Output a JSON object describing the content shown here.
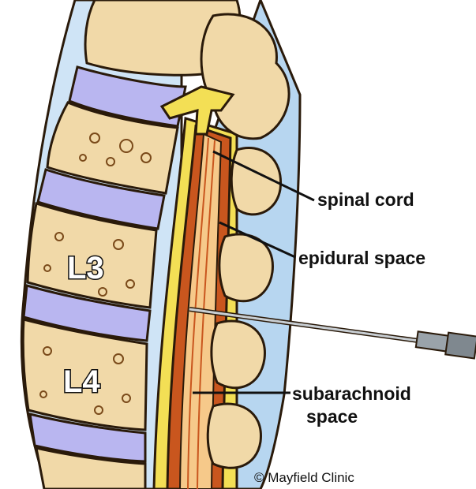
{
  "labels": {
    "spinal_cord": "spinal cord",
    "epidural_space": "epidural space",
    "subarachnoid_line1": "subarachnoid",
    "subarachnoid_line2": "space"
  },
  "vertebrae": {
    "upper": "L3",
    "lower": "L4"
  },
  "credit": "© Mayfield Clinic",
  "colors": {
    "bone": "#f1d9a8",
    "bone_outline": "#2a1a0a",
    "disc": "#b9b6f0",
    "ligament_blue": "#b7d6f0",
    "dura_yellow": "#f3df55",
    "cord_orange": "#c9561e",
    "cord_light": "#f6c98a",
    "needle": "#9aa3aa"
  }
}
